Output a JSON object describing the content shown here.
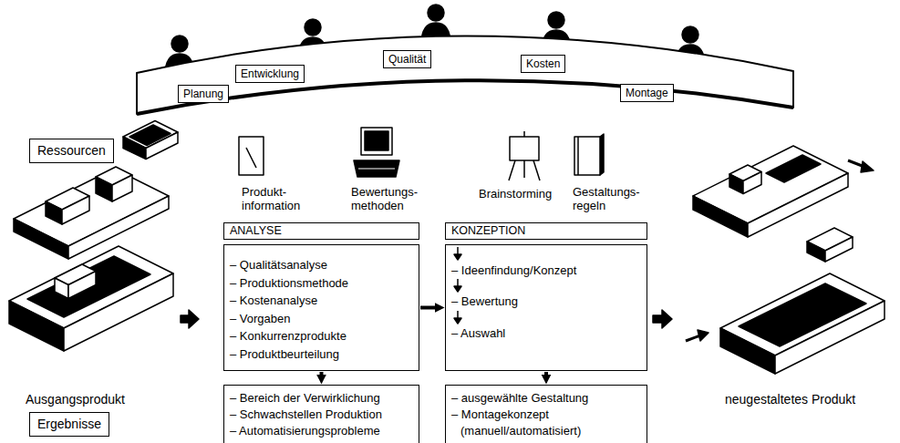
{
  "diagram": {
    "nodes": [
      {
        "text": [
          "Planung"
        ]
      },
      {
        "text": [
          "Entwicklung"
        ]
      },
      {
        "text": [
          "Qualität"
        ]
      },
      {
        "text": [
          "Kosten"
        ]
      },
      {
        "text": [
          "Montage"
        ]
      },
      {
        "text": [
          "Ressourcen"
        ]
      },
      {
        "text": [
          "ANALYSE"
        ]
      },
      {
        "text": [
          "– Qualitätsanalyse",
          "– Produktionsmethode",
          "– Kostenanalyse",
          "– Vorgaben",
          "– Konkurrenzprodukte",
          "– Produktbeurteilung"
        ]
      },
      {
        "text": [
          "KONZEPTION"
        ]
      },
      {
        "text": [
          "– Ideenfindung/Konzept",
          "– Bewertung",
          "– Auswahl"
        ]
      },
      {
        "text": [
          "– Bereich der Verwirklichung",
          "– Schwachstellen Produktion",
          "– Automatisierungsprobleme"
        ]
      },
      {
        "text": [
          "– ausgewählte Gestaltung",
          "– Montagekonzept (manuell/automatisiert)"
        ]
      },
      {
        "text": [
          "Ergebnisse"
        ]
      }
    ],
    "edges": [
      {
        "from": 7,
        "to": 9,
        "arrow": "to"
      },
      {
        "from": 7,
        "to": 10,
        "arrow": "to"
      },
      {
        "from": 9,
        "to": 11,
        "arrow": "to"
      }
    ],
    "labels": [
      "Produkt- information",
      "Bewertungs- methoden",
      "Brainstorming",
      "Gestaltungs- regeln",
      "Ausgangsprodukt",
      "neugestaltetes Produkt"
    ]
  }
}
